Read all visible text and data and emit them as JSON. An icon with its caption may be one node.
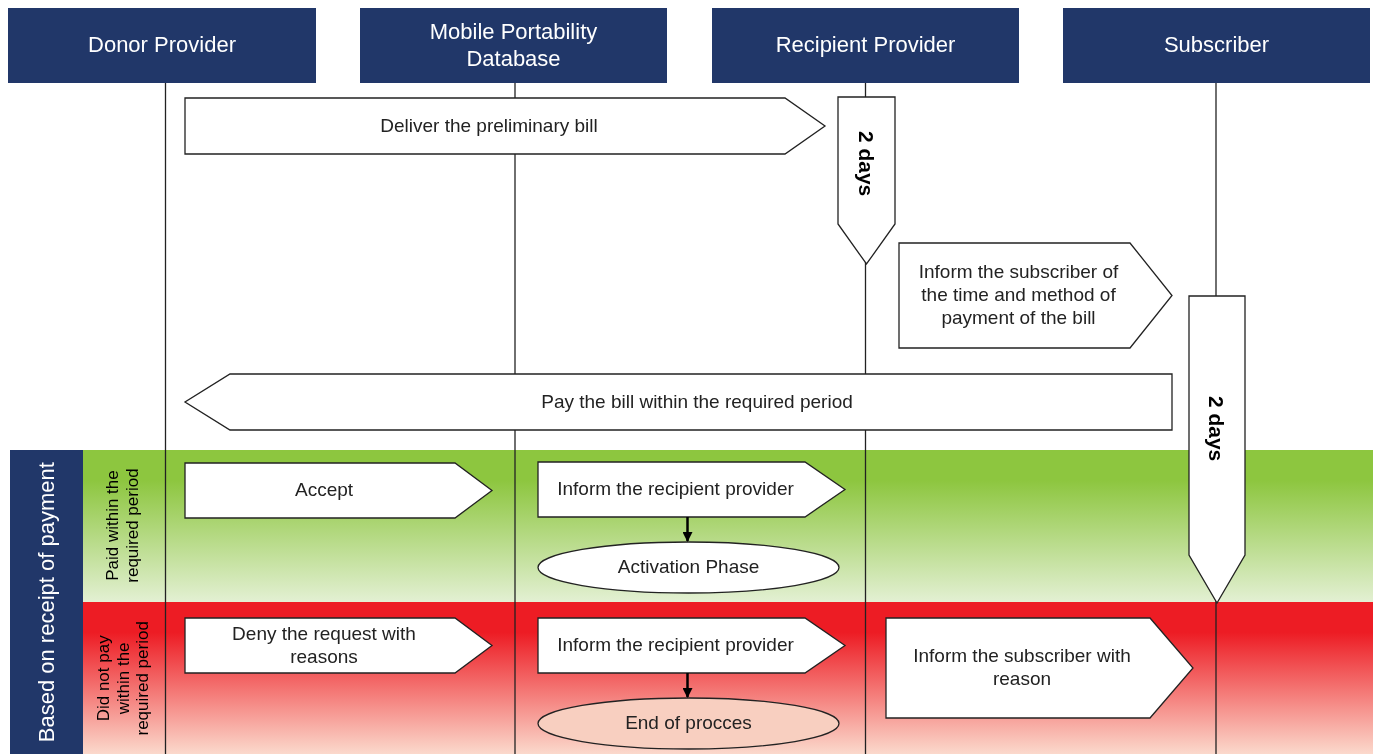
{
  "diagram": {
    "nodes": [
      {
        "text": [
          "Donor Provider"
        ]
      },
      {
        "text": [
          "Mobile Portability Database"
        ]
      },
      {
        "text": [
          "Recipient Provider"
        ]
      },
      {
        "text": [
          "Subscriber"
        ]
      },
      {
        "text": [
          "Deliver the preliminary bill"
        ]
      },
      {
        "text": [
          "2 days"
        ]
      },
      {
        "text": [
          "Inform the subscriber of the time and method of payment of the bill"
        ]
      },
      {
        "text": [
          "Pay the bill within the required period"
        ]
      },
      {
        "text": [
          "2 days"
        ]
      },
      {
        "text": [
          "Based on receipt of payment"
        ]
      },
      {
        "text": [
          "Paid within the required period"
        ]
      },
      {
        "text": [
          "Did not pay within the required period"
        ]
      },
      {
        "text": [
          "Accept"
        ]
      },
      {
        "text": [
          "Inform the recipient provider"
        ]
      },
      {
        "text": [
          "Activation Phase"
        ]
      },
      {
        "text": [
          "Deny the request with reasons"
        ]
      },
      {
        "text": [
          "Inform the recipient provider"
        ]
      },
      {
        "text": [
          "End of procces"
        ]
      },
      {
        "text": [
          "Inform the subscriber with reason"
        ]
      }
    ],
    "edges": [
      {
        "from": 13,
        "to": 14,
        "arrow": "to"
      },
      {
        "from": 16,
        "to": 17,
        "arrow": "to"
      }
    ]
  }
}
